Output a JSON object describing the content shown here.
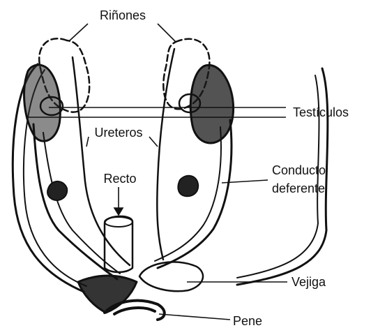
{
  "labels": {
    "kidneys": "Riñones",
    "ureters": "Ureteros",
    "testicles": "Testículos",
    "rectum": "Recto",
    "vas_deferens_line1": "Conducto",
    "vas_deferens_line2": "deferente",
    "bladder": "Vejiga",
    "penis": "Pene"
  },
  "colors": {
    "ink": "#111111",
    "background": "#ffffff"
  }
}
